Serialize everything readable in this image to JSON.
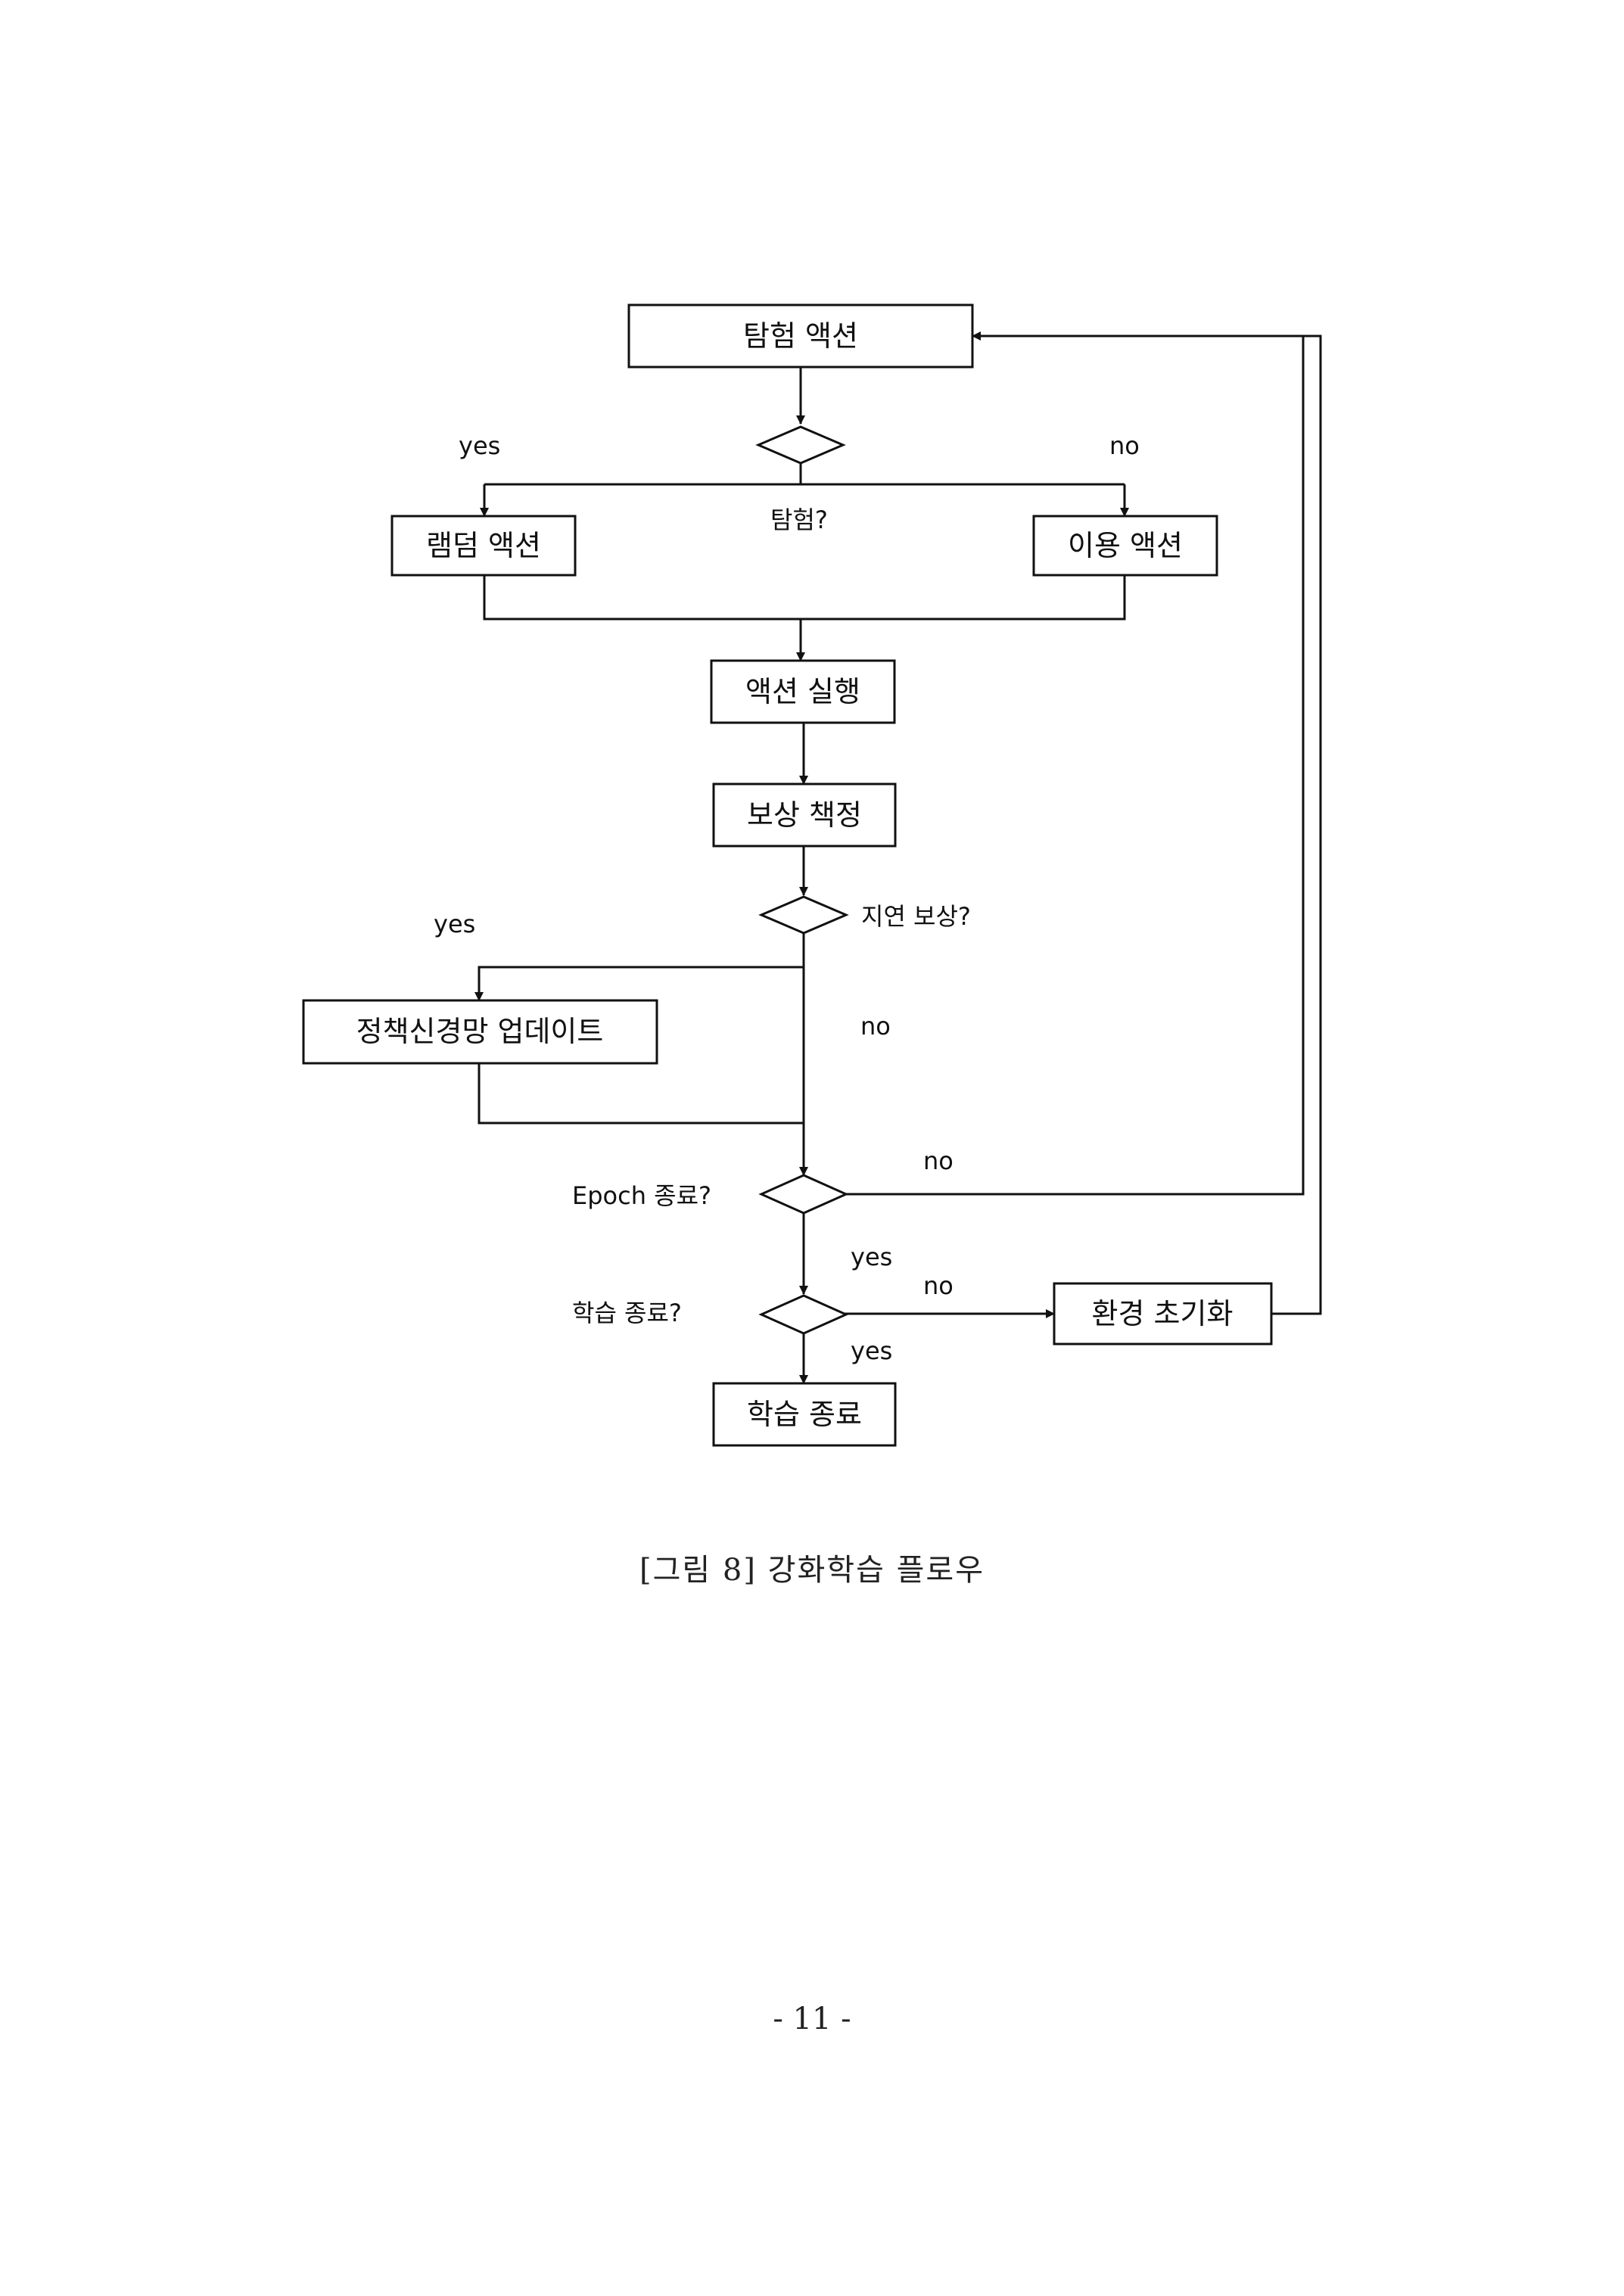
{
  "diagram": {
    "nodes": {
      "explore_action": "탐험 액션",
      "random_action": "램덤 액션",
      "exploit_action": "이용 액션",
      "execute_action": "액션 실행",
      "reward_policy": "보상 책정",
      "policy_network_update": "정책신경망 업데이트",
      "env_reset": "환경 초기화",
      "training_end": "학습 종료"
    },
    "decisions": {
      "explore": "탐험?",
      "delayed_reward": "지연 보상?",
      "epoch_end": "Epoch 종료?",
      "training_done": "학습 종료?"
    },
    "edge_labels": {
      "explore_yes": "yes",
      "explore_no": "no",
      "delayed_yes": "yes",
      "delayed_no": "no",
      "epoch_no": "no",
      "epoch_yes": "yes",
      "training_no": "no",
      "training_yes": "yes"
    }
  },
  "caption": "[그림 8] 강화학습 플로우",
  "page_number": "- 11 -"
}
